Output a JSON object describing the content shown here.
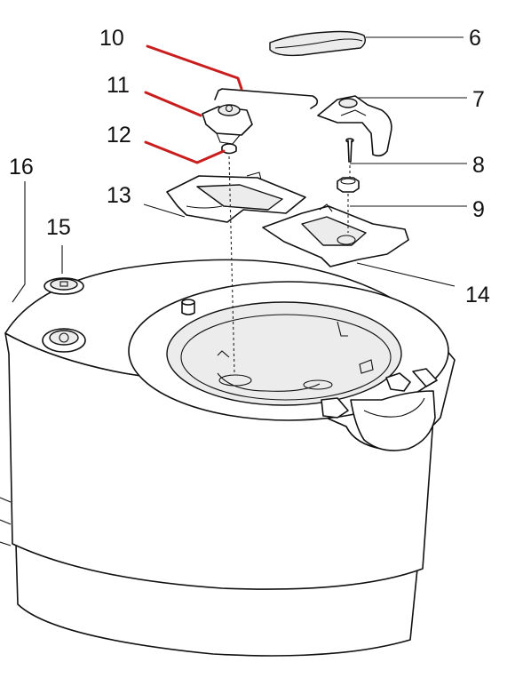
{
  "callouts": [
    {
      "id": "6",
      "label": "6"
    },
    {
      "id": "7",
      "label": "7"
    },
    {
      "id": "8",
      "label": "8"
    },
    {
      "id": "9",
      "label": "9"
    },
    {
      "id": "10",
      "label": "10"
    },
    {
      "id": "11",
      "label": "11"
    },
    {
      "id": "12",
      "label": "12"
    },
    {
      "id": "13",
      "label": "13"
    },
    {
      "id": "14",
      "label": "14"
    },
    {
      "id": "15",
      "label": "15"
    },
    {
      "id": "16",
      "label": "16"
    }
  ],
  "colors": {
    "line": "#111111",
    "highlight_leader": "#c81e1e",
    "background": "#ffffff"
  }
}
